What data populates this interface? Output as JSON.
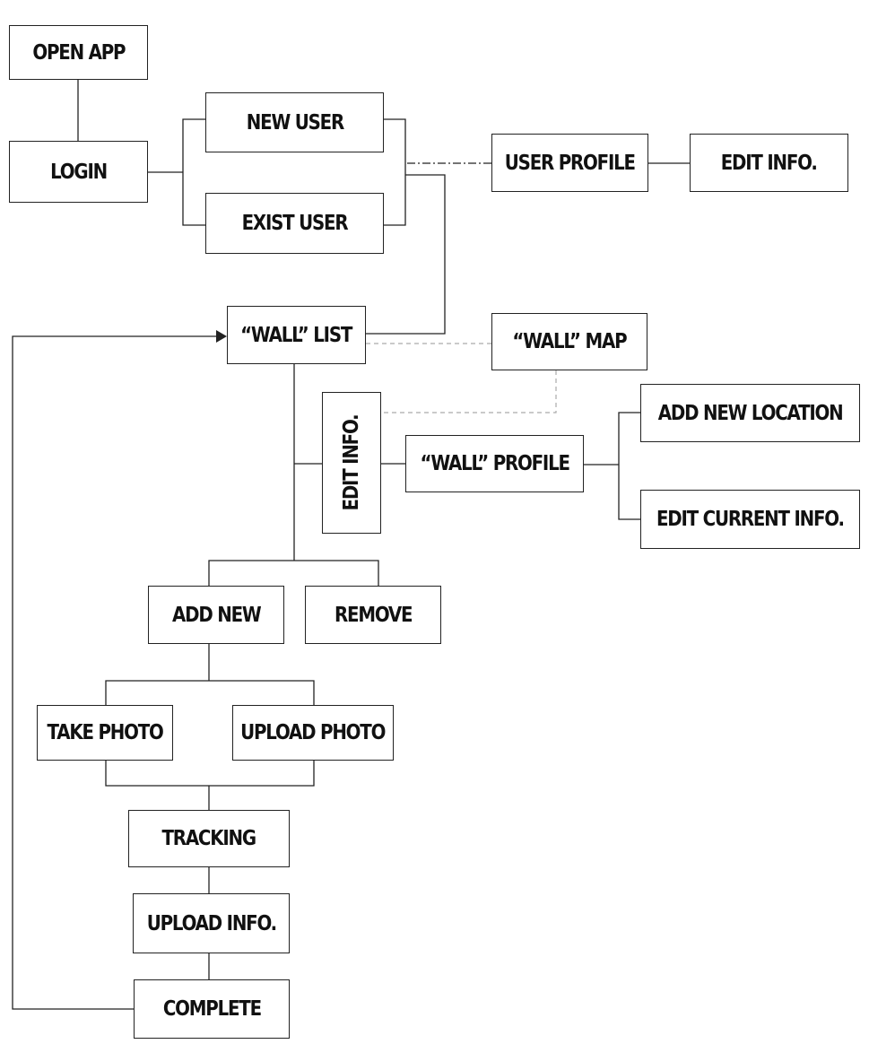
{
  "colors": {
    "line": "#222222",
    "dashed_line": "#aaaaaa",
    "box_border": "#222222",
    "background": "#ffffff"
  },
  "nodes": {
    "open_app": "OPEN APP",
    "login": "LOGIN",
    "new_user": "NEW USER",
    "exist_user": "EXIST USER",
    "user_profile": "USER PROFILE",
    "edit_info_user": "EDIT INFO.",
    "wall_list": "“WALL” LIST",
    "wall_map": "“WALL” MAP",
    "edit_info_wall": "EDIT INFO.",
    "wall_profile": "“WALL” PROFILE",
    "add_new_location": "ADD NEW LOCATION",
    "edit_current_info": "EDIT CURRENT INFO.",
    "add_new": "ADD NEW",
    "remove": "REMOVE",
    "take_photo": "TAKE PHOTO",
    "upload_photo": "UPLOAD PHOTO",
    "tracking": "TRACKING",
    "upload_info": "UPLOAD INFO.",
    "complete": "COMPLETE"
  }
}
